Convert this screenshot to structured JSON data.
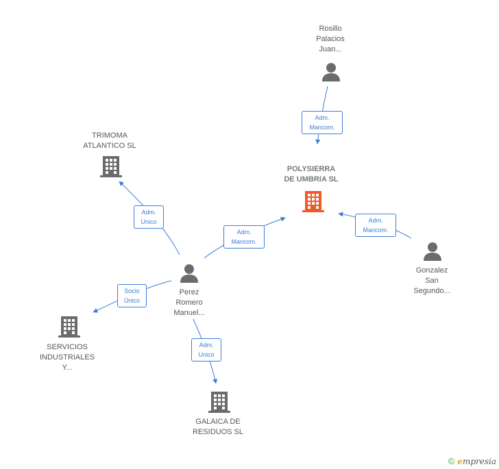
{
  "colors": {
    "edge": "#3b7dd8",
    "node_gray": "#6b6b6b",
    "focus": "#f05a28",
    "brand_green": "#3aaa35"
  },
  "nodes": {
    "rosillo": {
      "label": "Rosillo\nPalacios\nJuan...",
      "type": "person"
    },
    "polysierra": {
      "label": "POLYSIERRA\nDE UMBRIA SL",
      "type": "company-focus"
    },
    "gonzalez": {
      "label": "Gonzalez\nSan\nSegundo...",
      "type": "person"
    },
    "trimoma": {
      "label": "TRIMOMA\nATLANTICO SL",
      "type": "company"
    },
    "perez": {
      "label": "Perez\nRomero\nManuel...",
      "type": "person"
    },
    "servicios": {
      "label": "SERVICIOS\nINDUSTRIALES\nY...",
      "type": "company"
    },
    "galaica": {
      "label": "GALAICA DE\nRESIDUOS SL",
      "type": "company"
    }
  },
  "edges": {
    "rosillo_poly": "Adm.\nMancom.",
    "gonzalez_poly": "Adm.\nMancom.",
    "perez_poly": "Adm.\nMancom.",
    "perez_trimoma": "Adm.\nUnico",
    "perez_servicios": "Socio\nÚnico",
    "perez_galaica": "Adm.\nUnico"
  },
  "footer": {
    "copyright": "©",
    "brand_e": "e",
    "brand_rest": "mpresia"
  }
}
